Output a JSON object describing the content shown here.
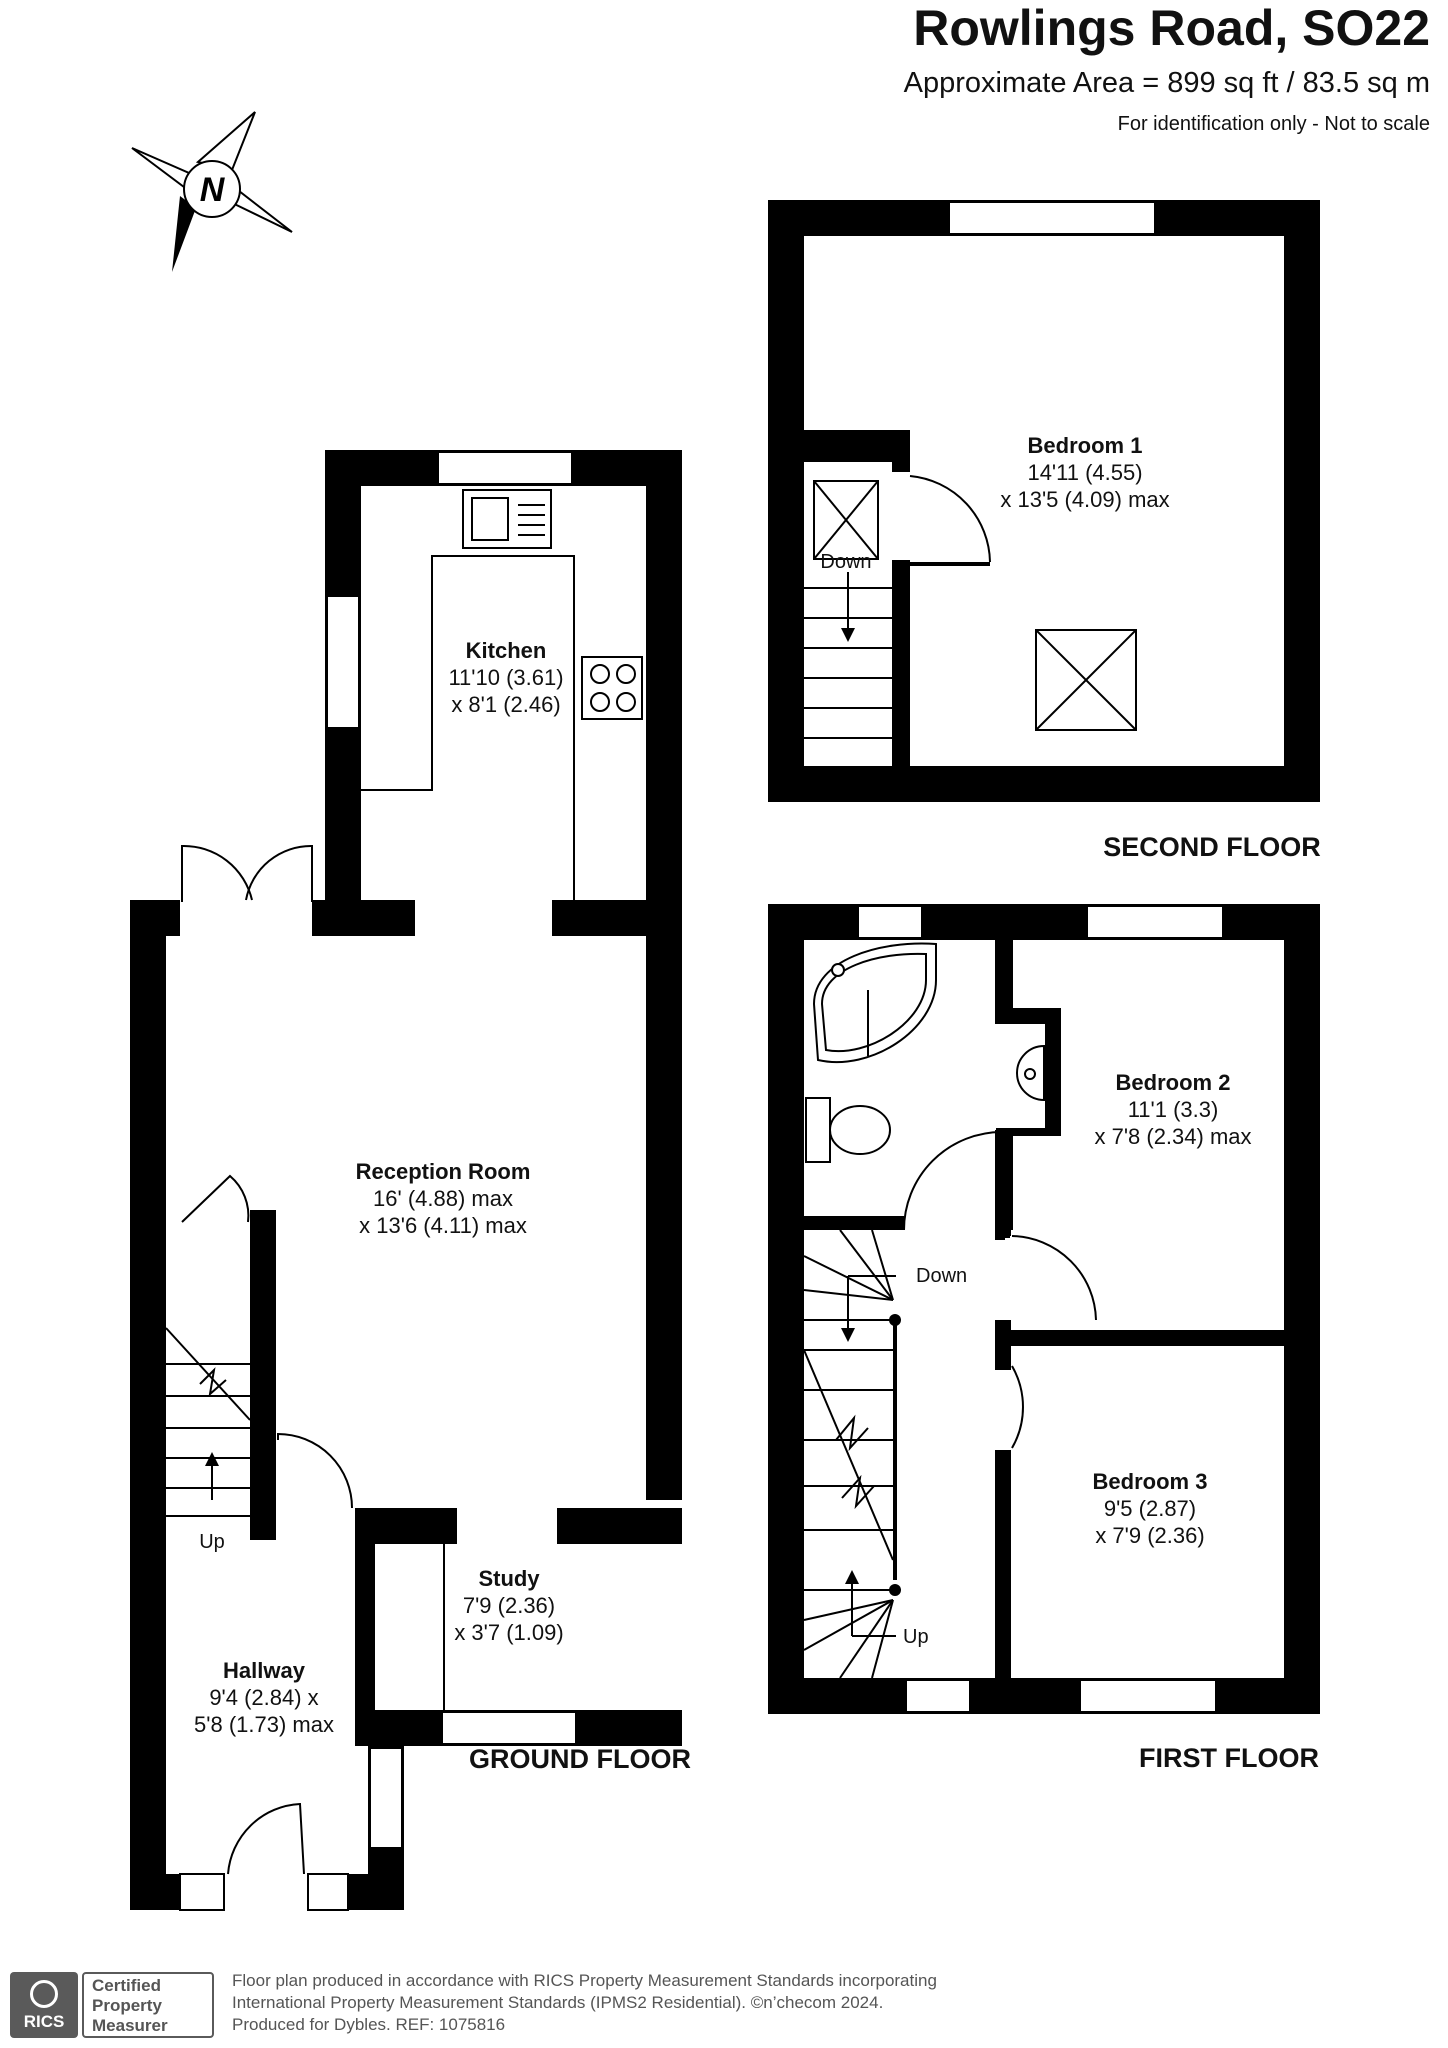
{
  "header": {
    "title": "Rowlings Road, SO22",
    "area": "Approximate Area = 899 sq ft / 83.5 sq m",
    "note": "For identification only - Not to scale"
  },
  "compass": {
    "letter": "N"
  },
  "floors": {
    "ground": "GROUND FLOOR",
    "first": "FIRST FLOOR",
    "second": "SECOND FLOOR"
  },
  "rooms": {
    "kitchen": {
      "name": "Kitchen",
      "dim1": "11'10 (3.61)",
      "dim2": "x 8'1 (2.46)"
    },
    "reception": {
      "name": "Reception Room",
      "dim1": "16' (4.88) max",
      "dim2": "x 13'6 (4.11) max"
    },
    "study": {
      "name": "Study",
      "dim1": "7'9 (2.36)",
      "dim2": "x 3'7 (1.09)"
    },
    "hallway": {
      "name": "Hallway",
      "dim1": "9'4 (2.84) x",
      "dim2": "5'8 (1.73) max"
    },
    "bedroom1": {
      "name": "Bedroom 1",
      "dim1": "14'11 (4.55)",
      "dim2": "x 13'5 (4.09) max"
    },
    "bedroom2": {
      "name": "Bedroom 2",
      "dim1": "11'1 (3.3)",
      "dim2": "x 7'8 (2.34) max"
    },
    "bedroom3": {
      "name": "Bedroom 3",
      "dim1": "9'5 (2.87)",
      "dim2": "x 7'9 (2.36)"
    }
  },
  "stairs": {
    "ground_up": "Up",
    "first_down": "Down",
    "first_up": "Up",
    "second_down": "Down"
  },
  "footer": {
    "logo": "RICS",
    "cert_lines": [
      "Certified",
      "Property",
      "Measurer"
    ],
    "lines": [
      "Floor plan produced in accordance with RICS Property Measurement Standards incorporating",
      "International Property Measurement Standards (IPMS2 Residential).  ©n’checom 2024.",
      "Produced for Dybles.   REF: 1075816"
    ]
  }
}
